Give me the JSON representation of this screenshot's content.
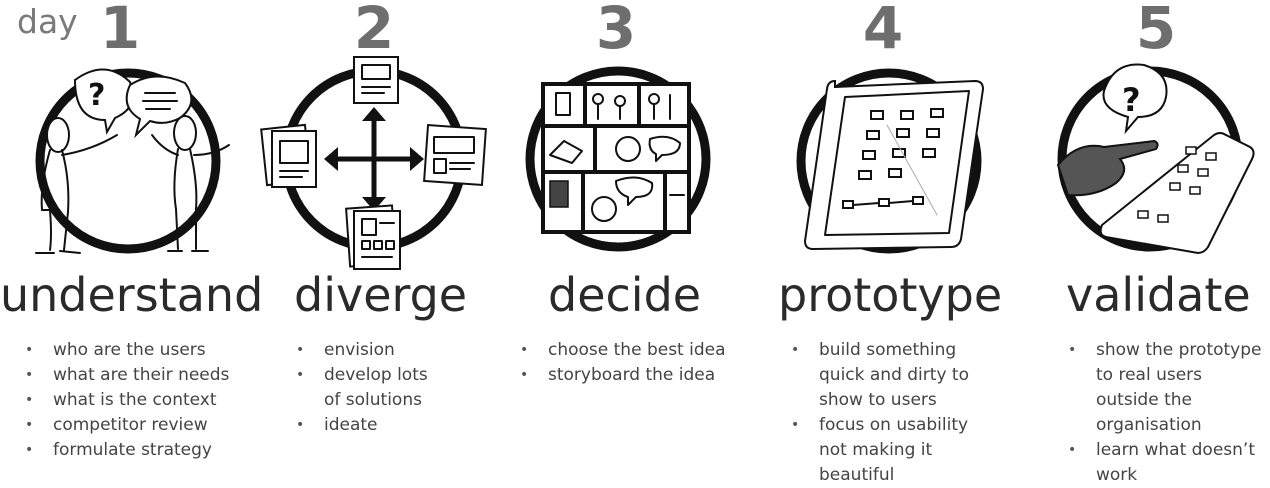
{
  "day_label": "day",
  "stages": [
    {
      "number": "1",
      "title": "understand",
      "bullets": [
        "who are the users",
        "what are their needs",
        "what is the context",
        "competitor review",
        "formulate strategy"
      ]
    },
    {
      "number": "2",
      "title": "diverge",
      "bullets": [
        "envision",
        "develop lots",
        "of solutions",
        "ideate"
      ]
    },
    {
      "number": "3",
      "title": "decide",
      "bullets": [
        "choose the best idea",
        "storyboard the idea"
      ]
    },
    {
      "number": "4",
      "title": "prototype",
      "bullets": [
        "build something",
        "quick and dirty to",
        "show to users",
        "focus on usability",
        "not making it",
        "beautiful"
      ]
    },
    {
      "number": "5",
      "title": "validate",
      "bullets": [
        "show the prototype",
        "to real users",
        "outside  the",
        "organisation",
        "learn what doesn’t",
        "work"
      ]
    }
  ]
}
